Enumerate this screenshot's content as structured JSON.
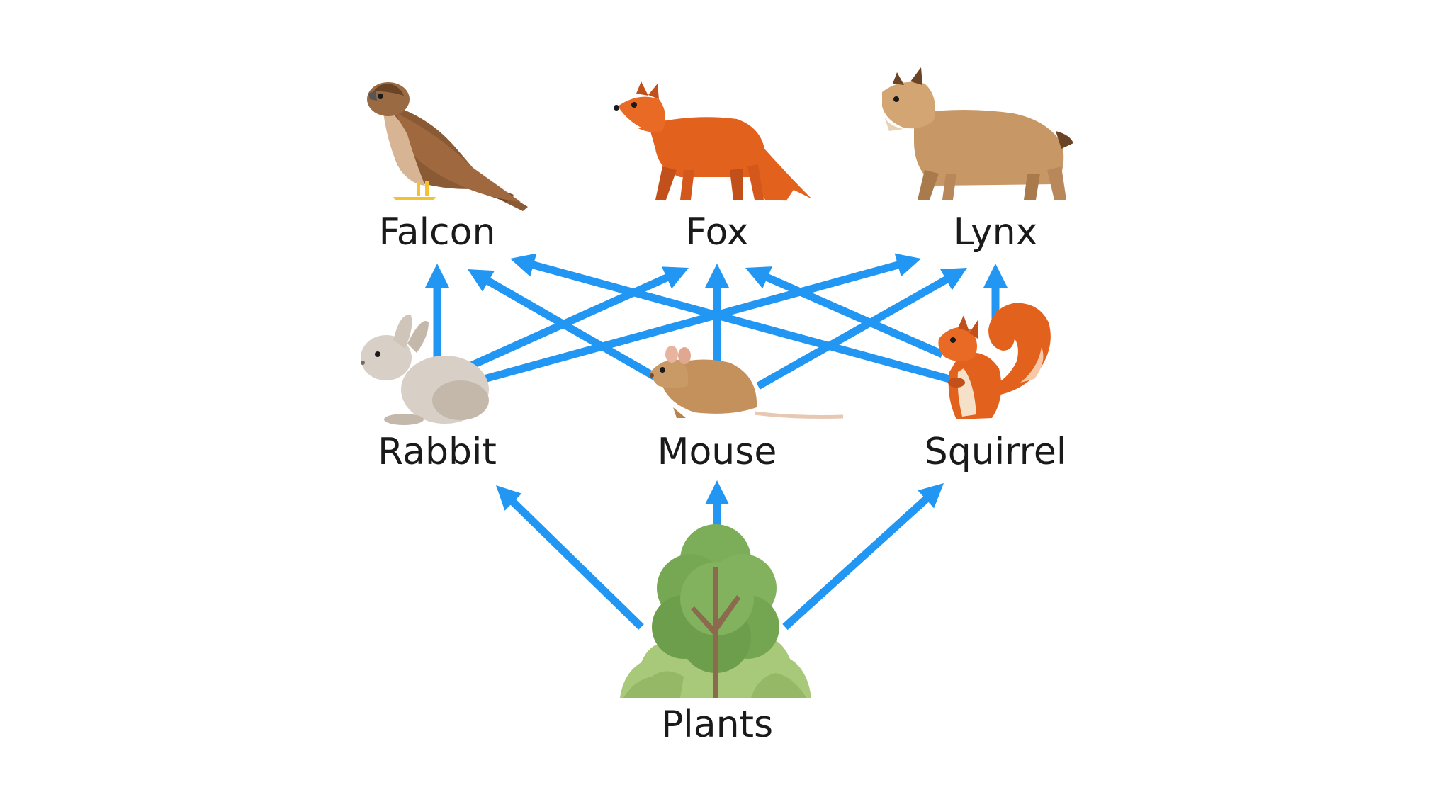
{
  "diagram": {
    "nodes": [
      {
        "id": "falcon",
        "label": "Falcon",
        "icon": "falcon-icon"
      },
      {
        "id": "fox",
        "label": "Fox",
        "icon": "fox-icon"
      },
      {
        "id": "lynx",
        "label": "Lynx",
        "icon": "lynx-icon"
      },
      {
        "id": "rabbit",
        "label": "Rabbit",
        "icon": "rabbit-icon"
      },
      {
        "id": "mouse",
        "label": "Mouse",
        "icon": "mouse-icon"
      },
      {
        "id": "squirrel",
        "label": "Squirrel",
        "icon": "squirrel-icon"
      },
      {
        "id": "plants",
        "label": "Plants",
        "icon": "tree-icon"
      }
    ],
    "edges": [
      {
        "from": "plants",
        "to": "rabbit"
      },
      {
        "from": "plants",
        "to": "mouse"
      },
      {
        "from": "plants",
        "to": "squirrel"
      },
      {
        "from": "rabbit",
        "to": "falcon"
      },
      {
        "from": "rabbit",
        "to": "fox"
      },
      {
        "from": "rabbit",
        "to": "lynx"
      },
      {
        "from": "mouse",
        "to": "falcon"
      },
      {
        "from": "mouse",
        "to": "fox"
      },
      {
        "from": "mouse",
        "to": "lynx"
      },
      {
        "from": "squirrel",
        "to": "falcon"
      },
      {
        "from": "squirrel",
        "to": "fox"
      },
      {
        "from": "squirrel",
        "to": "lynx"
      }
    ],
    "colors": {
      "arrow": "#2196f3",
      "label": "#1a1a1a"
    }
  }
}
